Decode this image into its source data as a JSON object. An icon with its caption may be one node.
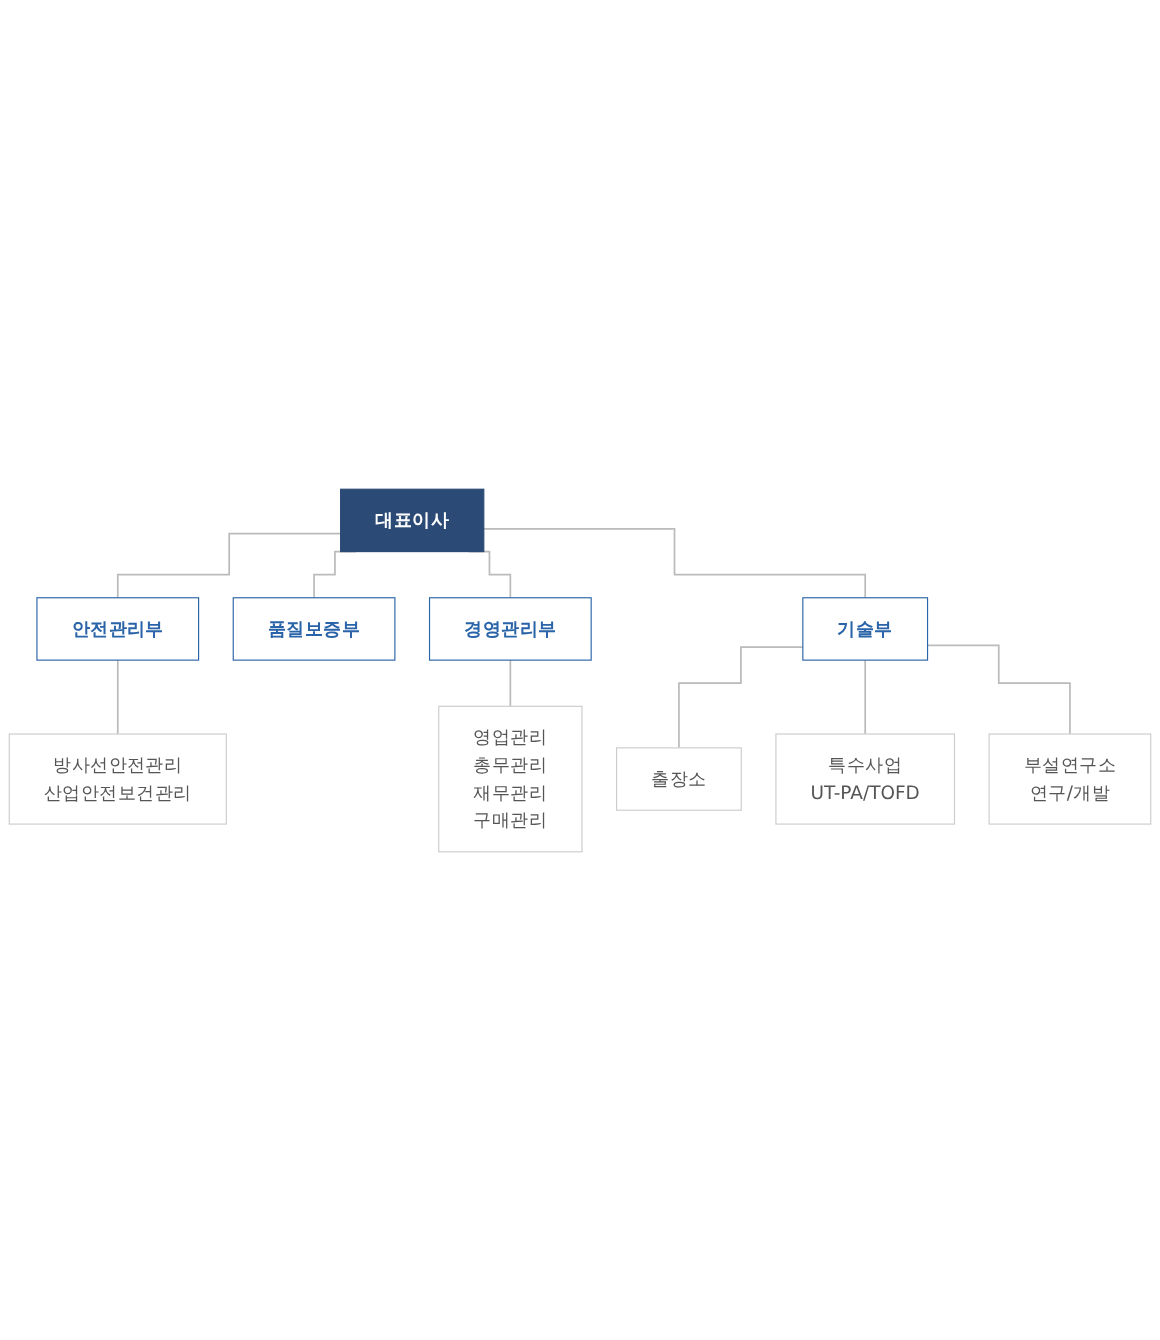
{
  "diagram": {
    "nodes": [
      {
        "text": [
          "대표이사"
        ]
      },
      {
        "text": [
          "안전관리부"
        ]
      },
      {
        "text": [
          "품질보증부"
        ]
      },
      {
        "text": [
          "경영관리부"
        ]
      },
      {
        "text": [
          "방사선안전관리",
          "산업안전보건관리"
        ]
      },
      {
        "text": [
          "영업관리",
          "총무관리",
          "재무관리",
          "구매관리"
        ]
      },
      {
        "text": [
          "기술부"
        ]
      },
      {
        "text": [
          "출장소"
        ]
      },
      {
        "text": [
          "특수사업",
          "UT-PA/TOFD"
        ]
      },
      {
        "text": [
          "부설연구소",
          "연구/개발"
        ]
      }
    ],
    "edges": [
      {
        "from": 0,
        "to": 1,
        "arrow": "none"
      },
      {
        "from": 0,
        "to": 2,
        "arrow": "none"
      },
      {
        "from": 0,
        "to": 3,
        "arrow": "none"
      },
      {
        "from": 0,
        "to": 6,
        "arrow": "none"
      },
      {
        "from": 1,
        "to": 4,
        "arrow": "none"
      },
      {
        "from": 3,
        "to": 5,
        "arrow": "none"
      },
      {
        "from": 6,
        "to": 7,
        "arrow": "none"
      },
      {
        "from": 6,
        "to": 8,
        "arrow": "none"
      },
      {
        "from": 6,
        "to": 9,
        "arrow": "none"
      }
    ]
  }
}
